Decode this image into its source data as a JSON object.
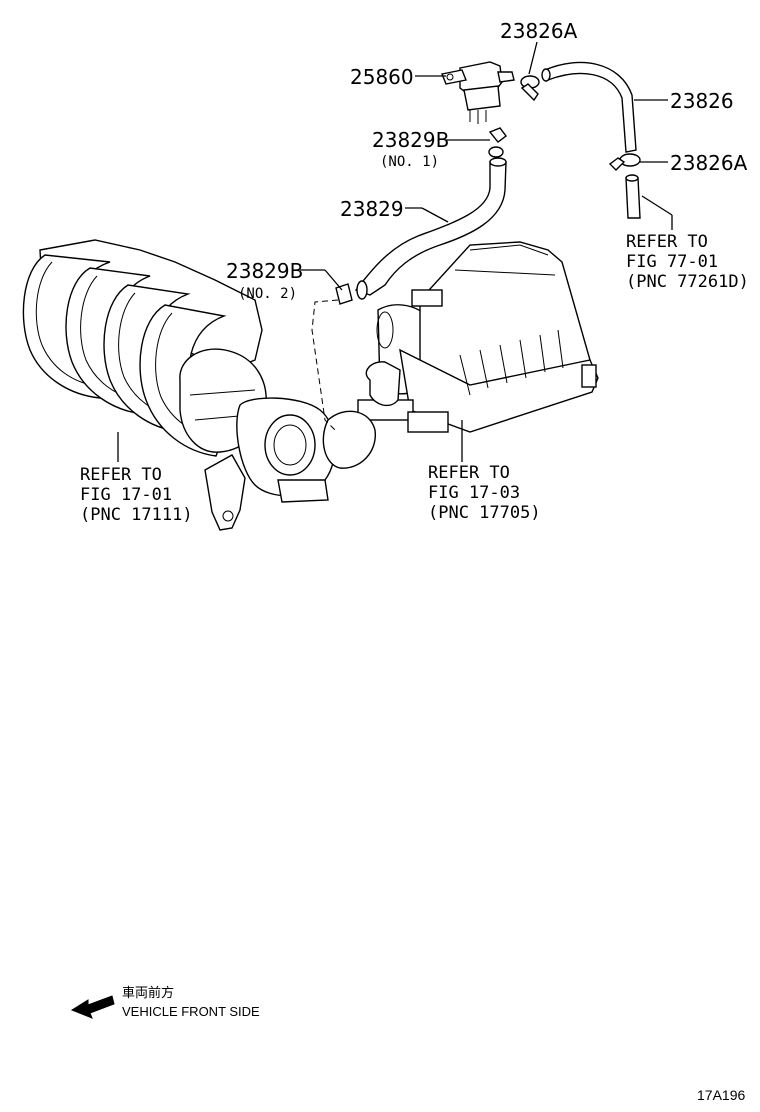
{
  "callouts": {
    "p23826A_top": "23826A",
    "p25860": "25860",
    "p23826": "23826",
    "p23829B_no1": "23829B",
    "no1": "(NO. 1)",
    "p23826A_right": "23826A",
    "p23829": "23829",
    "p23829B_no2": "23829B",
    "no2": "(NO. 2)"
  },
  "references": {
    "ref_77_01": [
      "REFER TO",
      "FIG 77-01",
      "(PNC 77261D)"
    ],
    "ref_17_01": [
      "REFER TO",
      "FIG 17-01",
      "(PNC 17111)"
    ],
    "ref_17_03": [
      "REFER TO",
      "FIG 17-03",
      "(PNC 17705)"
    ]
  },
  "legend": {
    "japanese": "車両前方",
    "english": "VEHICLE FRONT SIDE"
  },
  "figure_code": "17A196"
}
